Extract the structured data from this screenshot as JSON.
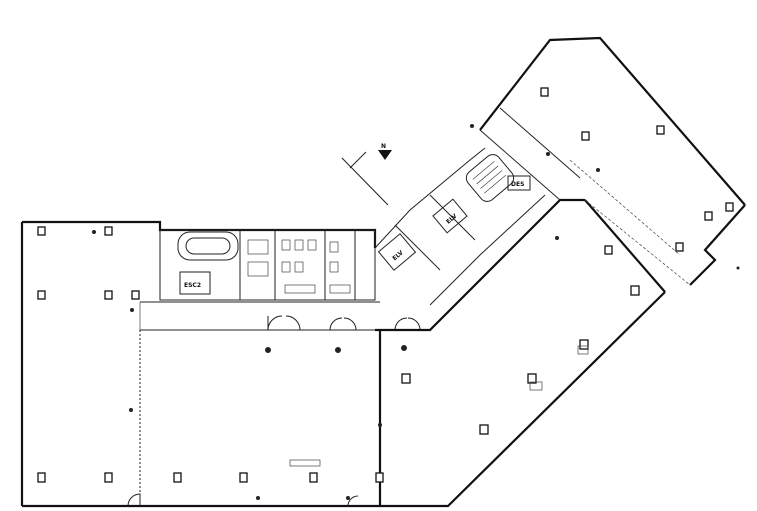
{
  "plan": {
    "labels": {
      "escalator_west": "ESC2",
      "escalator_east": "DES",
      "elevator_1": "ELV",
      "elevator_2": "ELV",
      "north_mark": "N"
    }
  },
  "colors": {
    "line": "#111111",
    "background": "#ffffff"
  }
}
